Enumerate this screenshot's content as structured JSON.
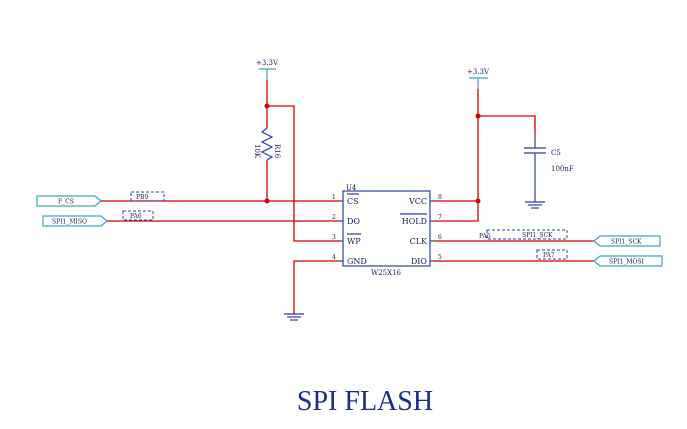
{
  "title": "SPI FLASH",
  "power": {
    "top_left": "+3.3V",
    "top_right": "+3.3V"
  },
  "resistor": {
    "ref": "R16",
    "value": "10K"
  },
  "capacitor": {
    "ref": "C5",
    "value": "100nF"
  },
  "ic": {
    "ref": "U4",
    "part": "W25X16",
    "left_pins": [
      {
        "num": "1",
        "name": "CS"
      },
      {
        "num": "2",
        "name": "DO"
      },
      {
        "num": "3",
        "name": "WP"
      },
      {
        "num": "4",
        "name": "GND"
      }
    ],
    "right_pins": [
      {
        "num": "8",
        "name": "VCC"
      },
      {
        "num": "7",
        "name": "HOLD"
      },
      {
        "num": "6",
        "name": "CLK"
      },
      {
        "num": "5",
        "name": "DIO"
      }
    ]
  },
  "ports": {
    "f_cs": "F_CS",
    "spi1_miso": "SPI1_MISO",
    "spi1_sck": "SPI1_SCK",
    "spi1_mosi": "SPI1_MOSI"
  },
  "net_labels": {
    "pb9": "PB9",
    "pa6": "PA6",
    "pa5": "PA5",
    "spi1_sck": "SPI1_SCK",
    "pa7": "PA7"
  },
  "colors": {
    "wire": "#d40000",
    "component": "#2b3fa0",
    "port": "#3aa7c4",
    "title": "#1e2b8e"
  }
}
